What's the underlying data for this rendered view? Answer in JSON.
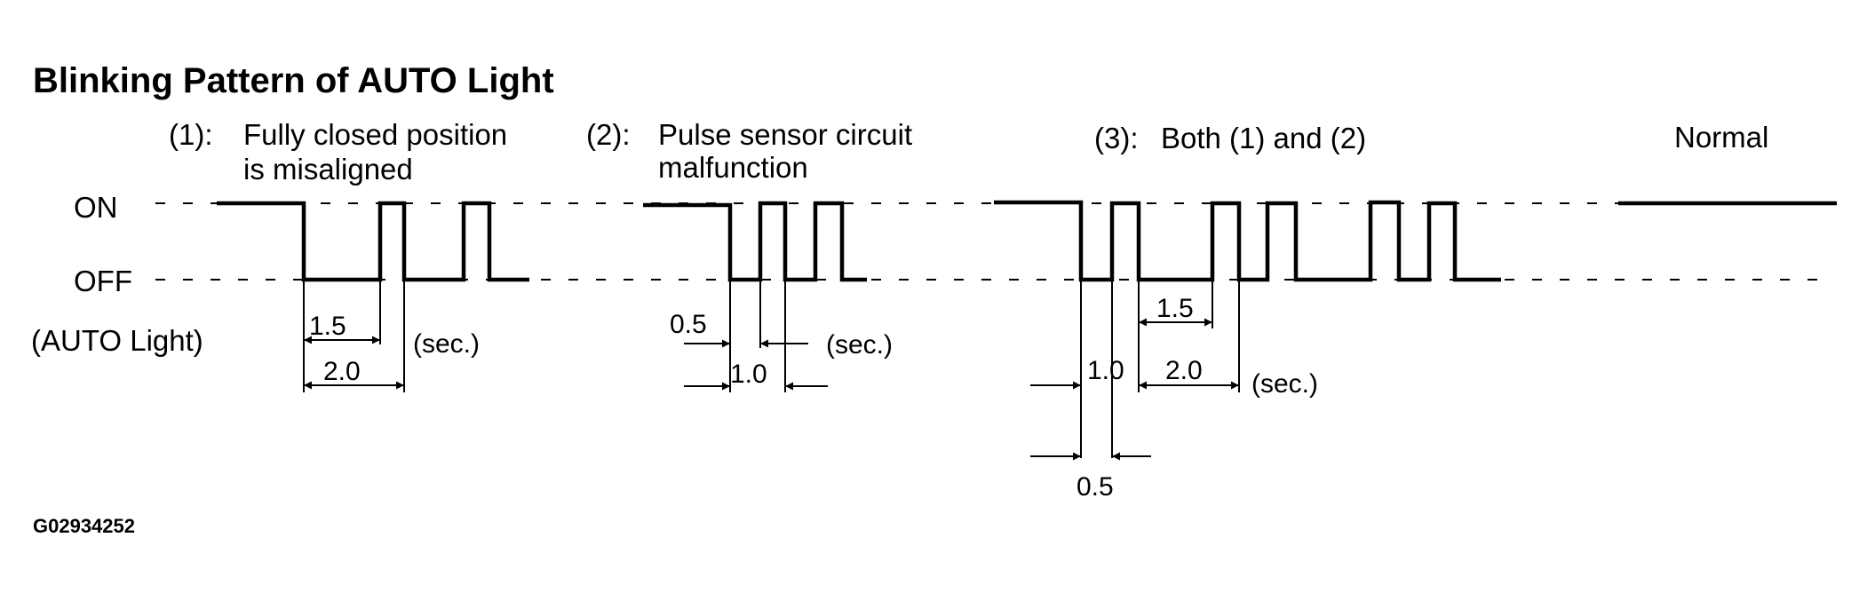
{
  "title": "Blinking Pattern of AUTO Light",
  "levels": {
    "on": "ON",
    "off": "OFF"
  },
  "signal_label": "(AUTO Light)",
  "figure_code": "G02934252",
  "patterns": [
    {
      "id": "1",
      "tag": "(1):",
      "description_line1": "Fully closed position",
      "description_line2": "is misaligned",
      "off_time": "1.5",
      "period": "2.0",
      "unit": "(sec.)"
    },
    {
      "id": "2",
      "tag": "(2):",
      "description_line1": "Pulse sensor circuit",
      "description_line2": "malfunction",
      "off_time": "0.5",
      "period": "1.0",
      "unit": "(sec.)"
    },
    {
      "id": "3",
      "tag": "(3):",
      "description_line1": "Both (1) and (2)",
      "short_period": "1.0",
      "short_off_time": "0.5",
      "long_off_time": "1.5",
      "long_period": "2.0",
      "unit": "(sec.)"
    },
    {
      "id": "normal",
      "description_line1": "Normal"
    }
  ]
}
